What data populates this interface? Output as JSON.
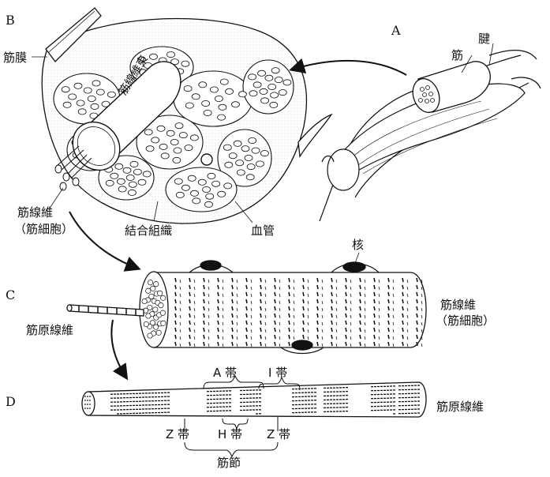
{
  "panels": {
    "a": "A",
    "b": "B",
    "c": "C",
    "d": "D"
  },
  "labels": {
    "fascia": "筋膜",
    "muscle": "筋",
    "tendon": "腱",
    "fascicle": "筋線維束",
    "fiber_b": "筋線維",
    "cell_b": "（筋細胞）",
    "connective": "結合組織",
    "vessel": "血管",
    "nucleus": "核",
    "fiber_c": "筋線維",
    "cell_c": "（筋細胞）",
    "myofibril_c": "筋原線維",
    "a_band": "A 帯",
    "i_band": "I 帯",
    "myofibril_d": "筋原線維",
    "z_band_left": "Z 帯",
    "h_band": "H 帯",
    "z_band_right": "Z 帯",
    "sarcomere": "筋節"
  },
  "colors": {
    "ink": "#111111",
    "paper": "#ffffff",
    "stipple": "#d9d9d9"
  }
}
